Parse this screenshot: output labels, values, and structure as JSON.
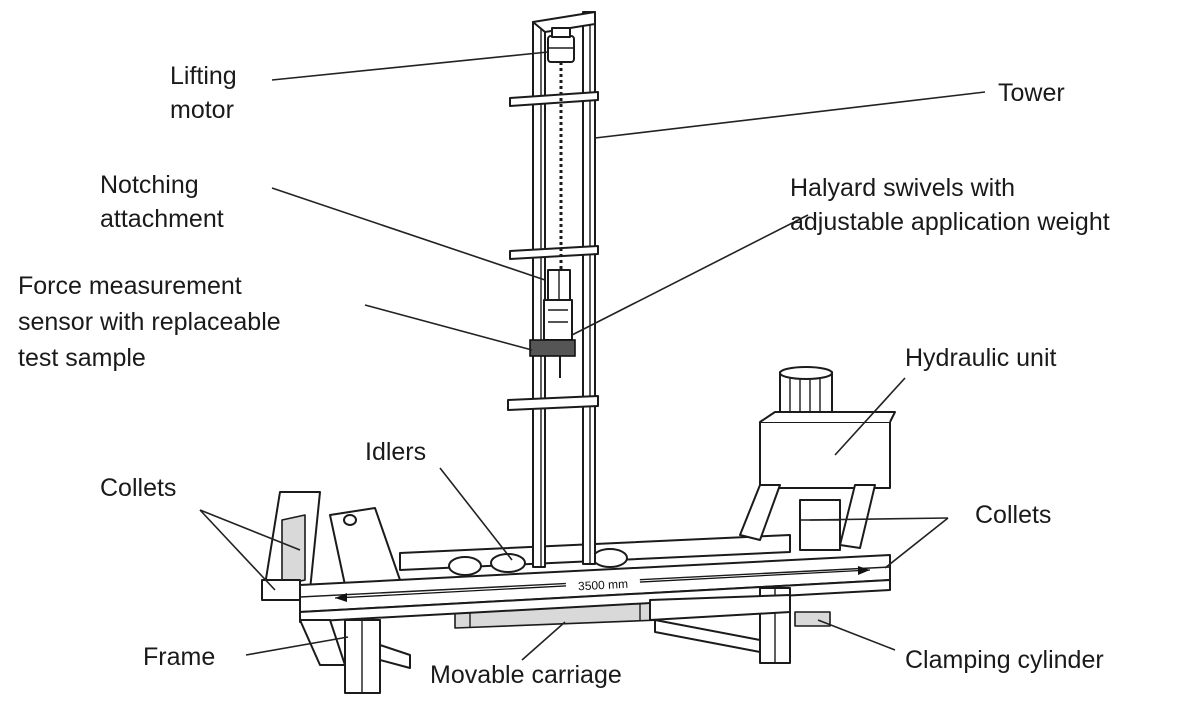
{
  "labels": {
    "lifting_motor": [
      "Lifting",
      "motor"
    ],
    "tower": "Tower",
    "notching_attachment": [
      "Notching",
      "attachment"
    ],
    "halyard_swivels": [
      "Halyard swivels with",
      "adjustable application weight"
    ],
    "force_sensor": [
      "Force measurement",
      "sensor with replaceable",
      "test sample"
    ],
    "hydraulic_unit": "Hydraulic unit",
    "idlers": "Idlers",
    "collets_left": "Collets",
    "collets_right": "Collets",
    "frame": "Frame",
    "movable_carriage": "Movable carriage",
    "clamping_cylinder": "Clamping cylinder",
    "dimension": "3500 mm"
  }
}
